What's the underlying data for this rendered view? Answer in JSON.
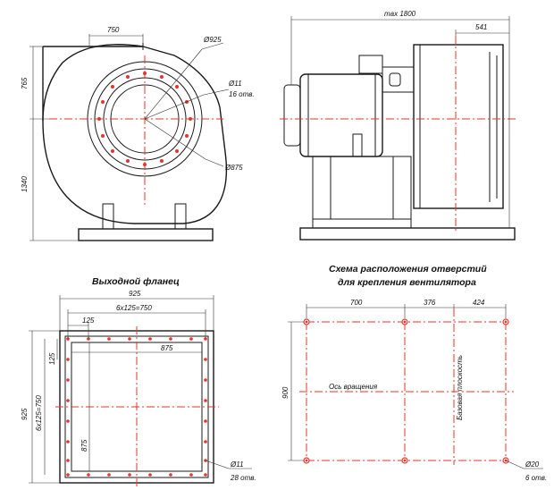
{
  "titles": {
    "outlet_flange": "Выходной фланец",
    "holes_scheme_line1": "Схема расположения отверстий",
    "holes_scheme_line2": "для крепления вентилятора"
  },
  "front_view": {
    "dim_top_750": "750",
    "dim_765": "765",
    "dim_1340": "1340",
    "dia_925": "Ø925",
    "dia_11": "Ø11",
    "holes_16": "16 отв.",
    "dia_875": "Ø875"
  },
  "side_view": {
    "max_1800": "max 1800",
    "dim_541": "541"
  },
  "flange_view": {
    "dim_925_top": "925",
    "dim_6x125": "6x125=750",
    "dim_125_top": "125",
    "dim_875_top": "875",
    "dim_925_left": "925",
    "dim_6x125_left": "6x125=750",
    "dim_125_left": "125",
    "dim_875_left": "875",
    "dia_11": "Ø11",
    "holes_28": "28 отв."
  },
  "holes_view": {
    "dim_700": "700",
    "dim_376": "376",
    "dim_424": "424",
    "dim_900": "900",
    "rotation_axis": "Ось вращения",
    "base_plane": "Базовая плоскость",
    "dia_20": "Ø20",
    "holes_6": "6 отв."
  }
}
